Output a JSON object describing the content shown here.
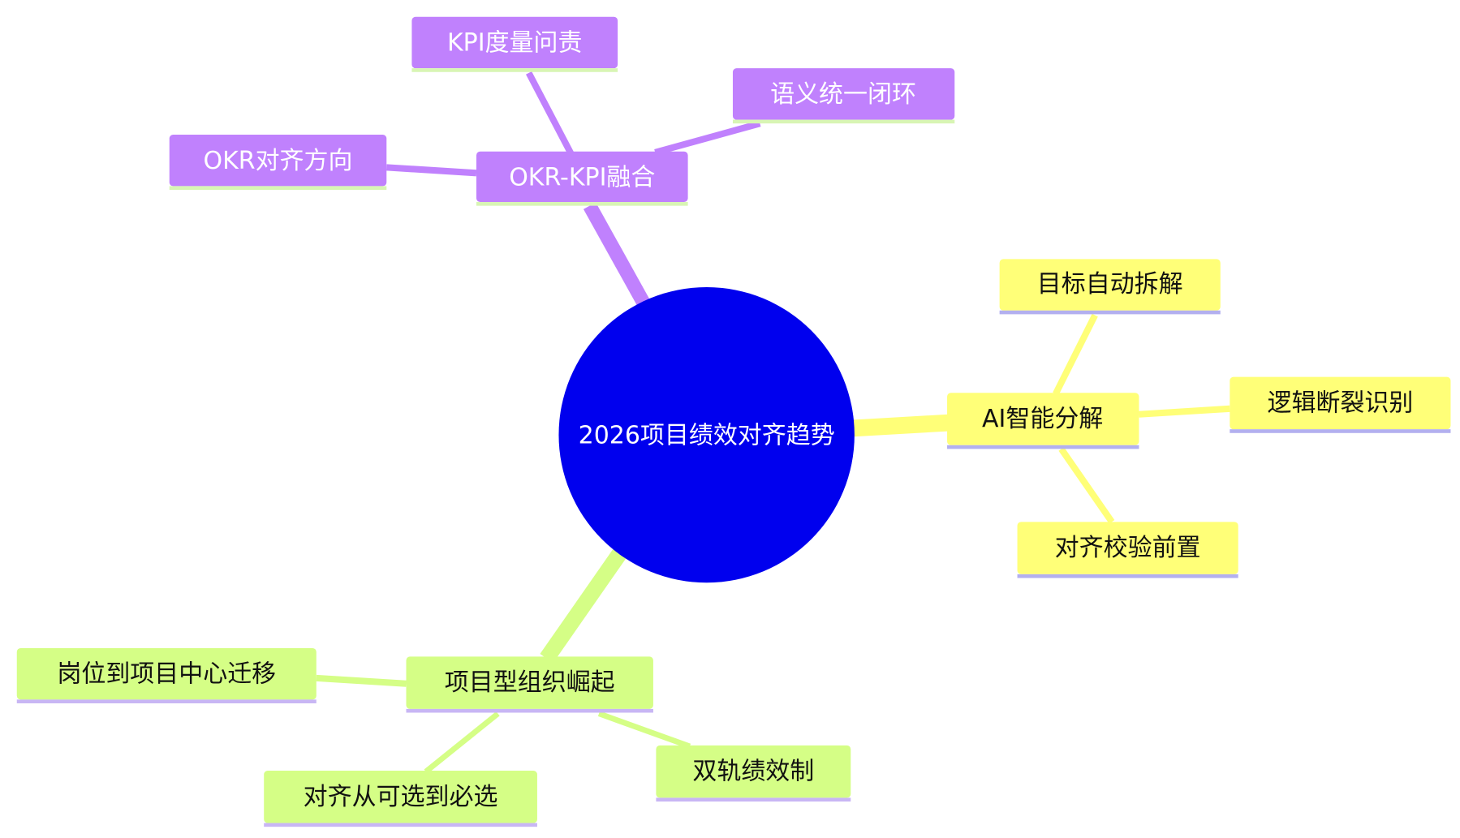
{
  "root": {
    "label": "2026项目绩效对齐趋势"
  },
  "branches": [
    {
      "label": "OKR-KPI融合",
      "children": [
        "KPI度量问责",
        "语义统一闭环",
        "OKR对齐方向"
      ]
    },
    {
      "label": "AI智能分解",
      "children": [
        "目标自动拆解",
        "逻辑断裂识别",
        "对齐校验前置"
      ]
    },
    {
      "label": "项目型组织崛起",
      "children": [
        "岗位到项目中心迁移",
        "对齐从可选到必选",
        "双轨绩效制"
      ]
    }
  ],
  "theme": {
    "root_fill": "#0000ee",
    "purple": "#c081fd",
    "purple_underline": "#d8f5b4",
    "yellow": "#ffff78",
    "yellow_underline": "#b3b0ef",
    "green": "#d5fe86",
    "green_underline": "#c8b6f4"
  }
}
